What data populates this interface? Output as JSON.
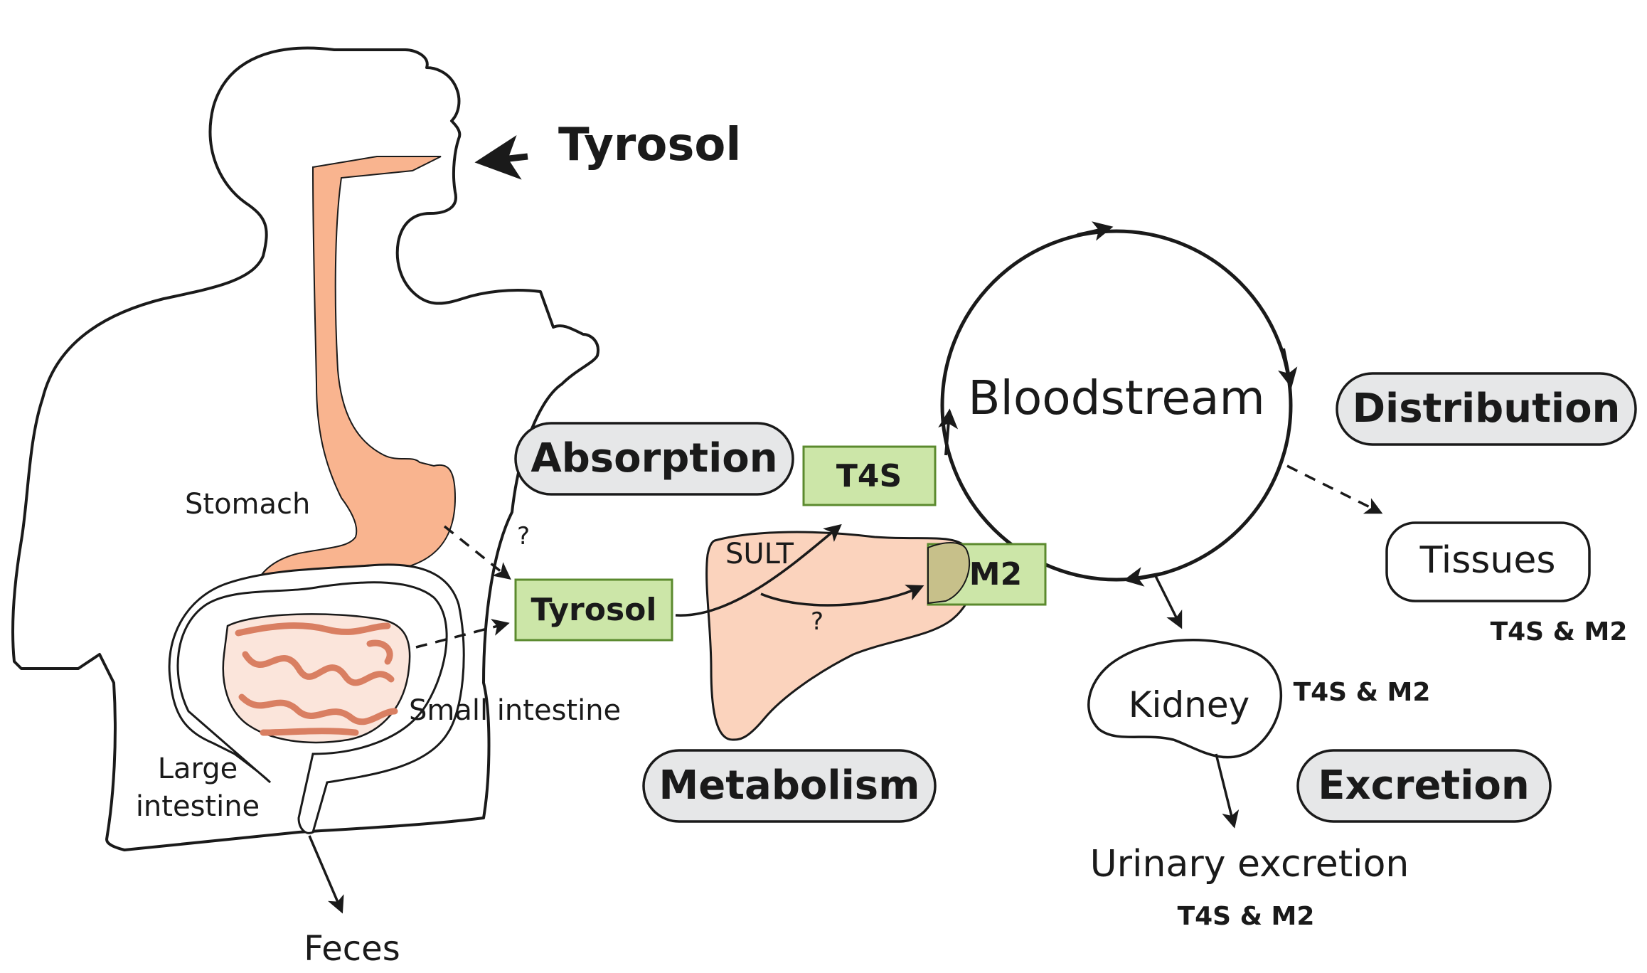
{
  "input_label": "Tyrosol",
  "organs": {
    "stomach": "Stomach",
    "small_intestine": "Small intestine",
    "large_intestine_line1": "Large",
    "large_intestine_line2": "intestine",
    "feces": "Feces"
  },
  "stages": {
    "absorption": "Absorption",
    "metabolism": "Metabolism",
    "distribution": "Distribution",
    "excretion": "Excretion"
  },
  "compounds": {
    "tyrosol": "Tyrosol",
    "t4s": "T4S",
    "m2": "M2"
  },
  "enzyme": "SULT",
  "unknown_marks": {
    "stomach_path": "?",
    "liver_path": "?"
  },
  "bloodstream": "Bloodstream",
  "tissues": "Tissues",
  "kidney": "Kidney",
  "urinary_excretion": "Urinary excretion",
  "metabolite_labels": {
    "tissues": "T4S & M2",
    "kidney": "T4S & M2",
    "urine": "T4S & M2"
  },
  "colors": {
    "organ_fill": "#f9b48f",
    "liver_fill": "#fbd3bd",
    "compound_box_fill": "#cce6a8",
    "compound_box_stroke": "#5b8a2e",
    "stage_pill_fill": "#e6e7e8",
    "intestine_loops": "#d97f62",
    "outline": "#1a1a1a"
  }
}
